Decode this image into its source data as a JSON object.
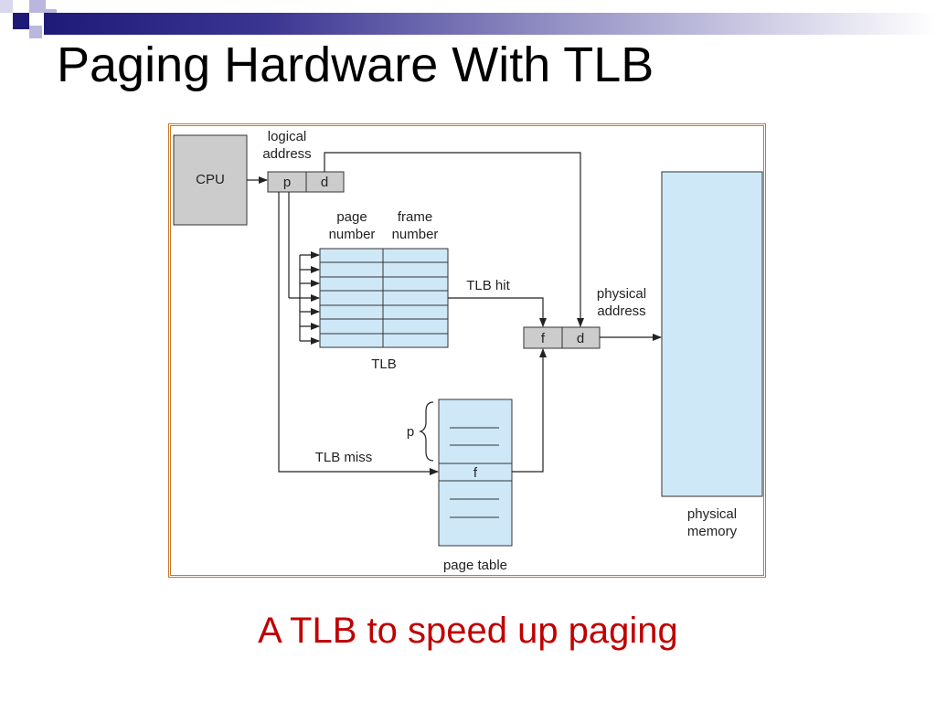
{
  "slide": {
    "title": "Paging Hardware With TLB",
    "caption": "A TLB to speed up paging",
    "colors": {
      "title": "#000000",
      "caption": "#c00000",
      "header_bar": "#1e1a78",
      "frame": "#c47a2a",
      "table_fill": "#cfe8f8",
      "cpu_fill": "#cccccc"
    }
  },
  "diagram": {
    "cpu_label": "CPU",
    "logical_address_label": [
      "logical",
      "address"
    ],
    "logical_p": "p",
    "logical_d": "d",
    "tlb_col_page": [
      "page",
      "number"
    ],
    "tlb_col_frame": [
      "frame",
      "number"
    ],
    "tlb_label": "TLB",
    "tlb_hit_label": "TLB hit",
    "tlb_miss_label": "TLB miss",
    "physical_address_label": [
      "physical",
      "address"
    ],
    "physical_f": "f",
    "physical_d": "d",
    "page_table_p": "p",
    "page_table_f": "f",
    "page_table_label": "page table",
    "physical_memory_label": [
      "physical",
      "memory"
    ]
  }
}
